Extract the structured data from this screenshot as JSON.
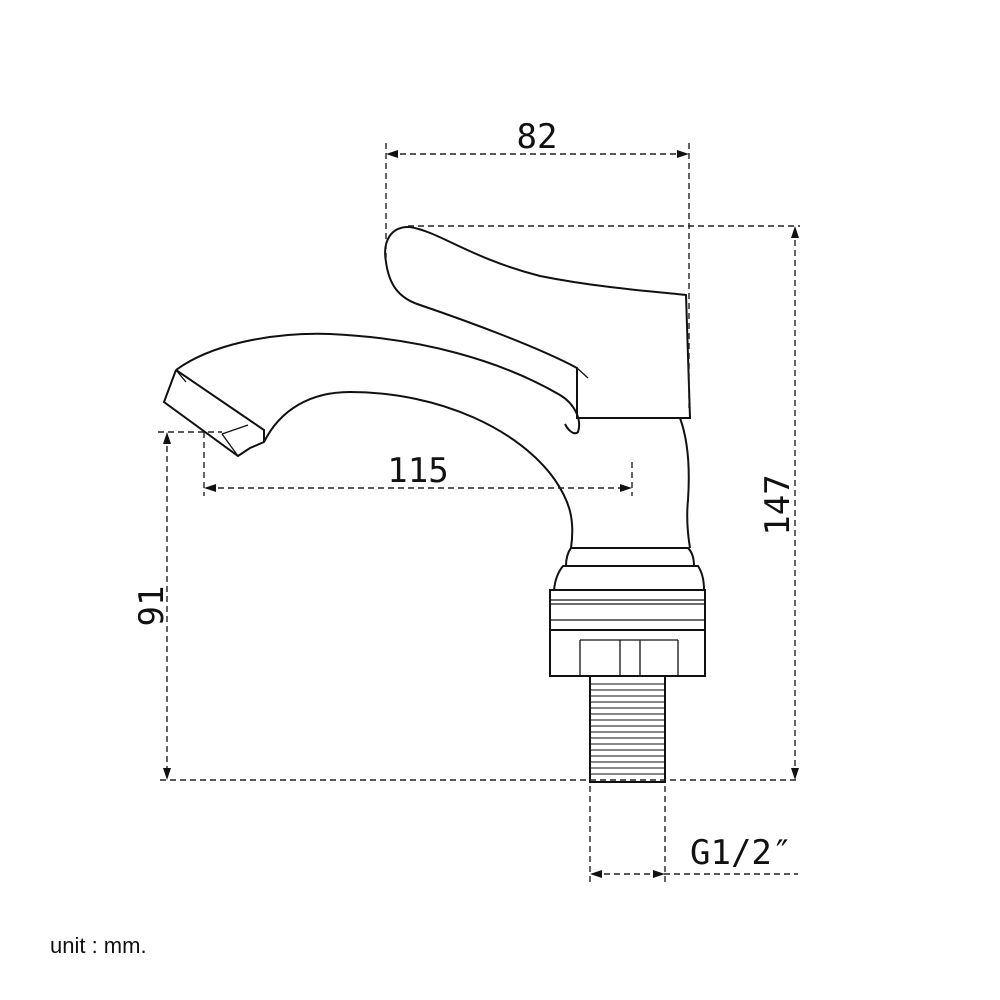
{
  "dimensions": {
    "top_width": "82",
    "spout_reach": "115",
    "total_height": "147",
    "spout_height": "91",
    "thread": "G1/2″"
  },
  "unit_note": "unit : mm."
}
